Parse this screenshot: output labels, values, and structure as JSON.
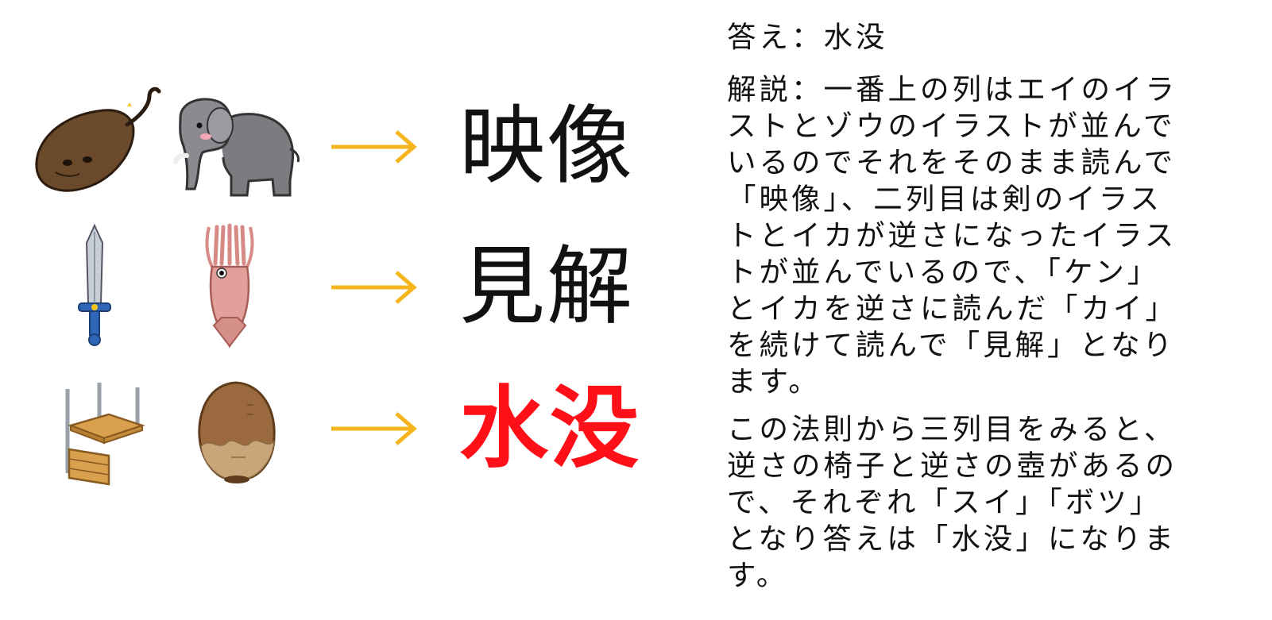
{
  "puzzle": {
    "rows": [
      {
        "left_icon": "stingray-icon",
        "right_icon": "elephant-icon",
        "arrow": "arrow-right-icon",
        "result": "映像"
      },
      {
        "left_icon": "sword-icon",
        "right_icon": "squid-upside-down-icon",
        "arrow": "arrow-right-icon",
        "result": "見解"
      },
      {
        "left_icon": "chair-upside-down-icon",
        "right_icon": "pot-upside-down-icon",
        "arrow": "arrow-right-icon",
        "result": "水没"
      }
    ]
  },
  "colors": {
    "arrow": "#f5b51e",
    "answer_highlight": "#ff0f17",
    "text": "#111111"
  },
  "explanation": {
    "answer_line": "答え：水没",
    "paragraph1": "解説：一番上の列はエイのイラ\nストとゾウのイラストが並んで\nいるのでそれをそのまま読んで\n「映像」、二列目は剣のイラス\nトとイカが逆さになったイラス\nトが並んでいるので、「ケン」\nとイカを逆さに読んだ「カイ」\nを続けて読んで「見解」となり\nます。",
    "paragraph2": "この法則から三列目をみると、\n逆さの椅子と逆さの壺があるの\nで、それぞれ「スイ」「ボツ」\nとなり答えは「水没」になりま\nす。"
  }
}
